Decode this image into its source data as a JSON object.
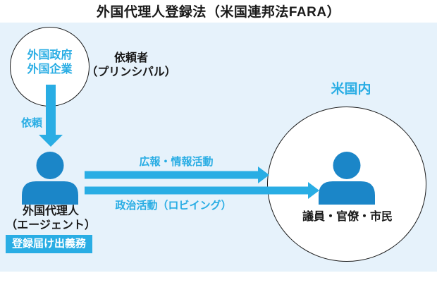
{
  "title": "外国代理人登録法（米国連邦法FARA）",
  "colors": {
    "panel": "#e6f2fb",
    "cyan": "#29ade4",
    "person_blue": "#1b86c8",
    "ink": "#1a1a1a",
    "white": "#ffffff"
  },
  "principal": {
    "circle_lines": [
      "外国政府",
      "外国企業"
    ],
    "label_lines": [
      "依頼者",
      "（プリンシパル）"
    ]
  },
  "request_arrow": {
    "label": "依頼"
  },
  "agent": {
    "label_lines": [
      "外国代理人",
      "（エージェント）"
    ],
    "badge": "登録届け出義務"
  },
  "activities": {
    "top_arrow_label": "広報・情報活動",
    "bottom_arrow_label": "政治活動（ロビイング）"
  },
  "usa": {
    "label": "米国内",
    "target_label": "議員・官僚・市民"
  }
}
